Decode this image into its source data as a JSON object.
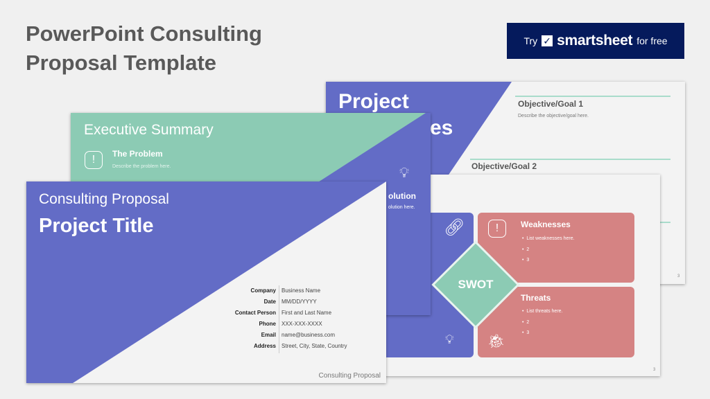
{
  "header": {
    "title": "PowerPoint Consulting Proposal Template"
  },
  "cta": {
    "try": "Try",
    "brand": "smartsheet",
    "for_free": "for free"
  },
  "slide_objectives": {
    "heading_part1": "Project",
    "heading_part2": "es",
    "goal1_title": "Objective/Goal 1",
    "goal1_desc": "Describe the objective/goal here.",
    "goal2_title": "Objective/Goal 2",
    "page": "3"
  },
  "slide_swot": {
    "center": "SWOT",
    "weaknesses": {
      "title": "Weaknesses",
      "items": [
        "List weaknesses here.",
        "2",
        "3"
      ]
    },
    "threats": {
      "title": "Threats",
      "items": [
        "List threats here.",
        "2",
        "3"
      ]
    },
    "page": "3"
  },
  "slide_exec": {
    "title": "Executive Summary",
    "problem_title": "The Problem",
    "problem_desc": "Describe the problem here.",
    "solution_title": "olution",
    "solution_desc": "olution here."
  },
  "slide_cover": {
    "subtitle": "Consulting Proposal",
    "title": "Project Title",
    "fields": [
      {
        "label": "Company",
        "value": "Business Name"
      },
      {
        "label": "Date",
        "value": "MM/DD/YYYY"
      },
      {
        "label": "Contact Person",
        "value": "First and Last Name"
      },
      {
        "label": "Phone",
        "value": "XXX-XXX-XXXX"
      },
      {
        "label": "Email",
        "value": "name@business.com"
      },
      {
        "label": "Address",
        "value": "Street, City, State, Country"
      }
    ],
    "footer": "Consulting Proposal"
  },
  "colors": {
    "blue": "#636cc6",
    "green": "#8ccbb4",
    "red": "#d58383",
    "navy": "#051a5c"
  }
}
